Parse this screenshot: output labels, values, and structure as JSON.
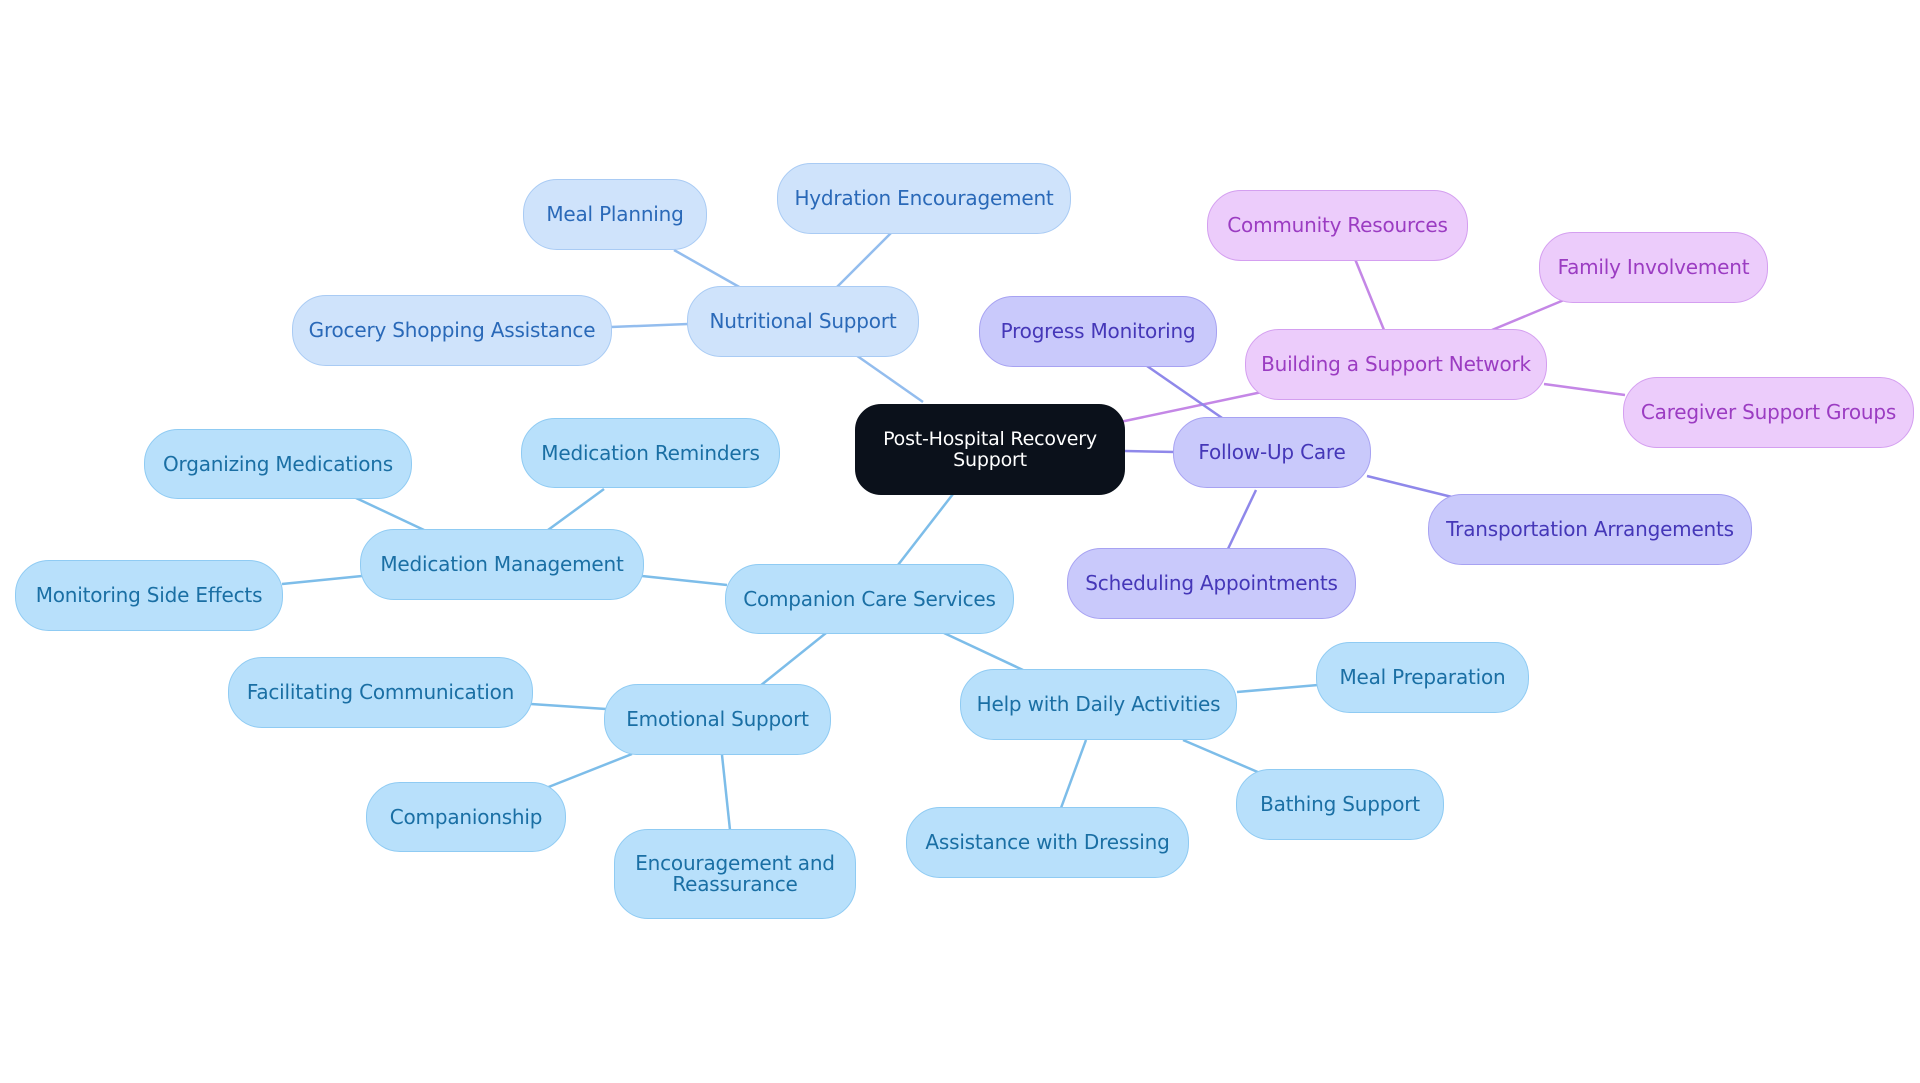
{
  "diagram": {
    "root": {
      "label": "Post-Hospital Recovery\nSupport"
    },
    "branches": {
      "companion_care": {
        "label": "Companion Care Services",
        "medication_management": {
          "label": "Medication Management",
          "children": [
            "Medication Reminders",
            "Organizing Medications",
            "Monitoring Side Effects"
          ]
        },
        "emotional_support": {
          "label": "Emotional Support",
          "children": [
            "Facilitating Communication",
            "Companionship",
            "Encouragement and\nReassurance"
          ]
        },
        "daily_activities": {
          "label": "Help with Daily Activities",
          "children": [
            "Meal Preparation",
            "Bathing Support",
            "Assistance with Dressing"
          ]
        }
      },
      "nutritional_support": {
        "label": "Nutritional Support",
        "children": [
          "Meal Planning",
          "Hydration Encouragement",
          "Grocery Shopping Assistance"
        ]
      },
      "follow_up_care": {
        "label": "Follow-Up Care",
        "children": [
          "Progress Monitoring",
          "Transportation Arrangements",
          "Scheduling Appointments"
        ]
      },
      "support_network": {
        "label": "Building a Support Network",
        "children": [
          "Community Resources",
          "Family Involvement",
          "Caregiver Support Groups"
        ]
      }
    }
  },
  "colors": {
    "root": "#0b111b",
    "companion_branch": "#b8e0fb",
    "nutrition_branch": "#cfe3fb",
    "follow_up_branch": "#c9c9fb",
    "network_branch": "#ecccfb",
    "edge_blue": "#7dbde9",
    "edge_lightblue": "#93bdee",
    "edge_purple": "#8f88ea",
    "edge_pink": "#c487e6"
  }
}
